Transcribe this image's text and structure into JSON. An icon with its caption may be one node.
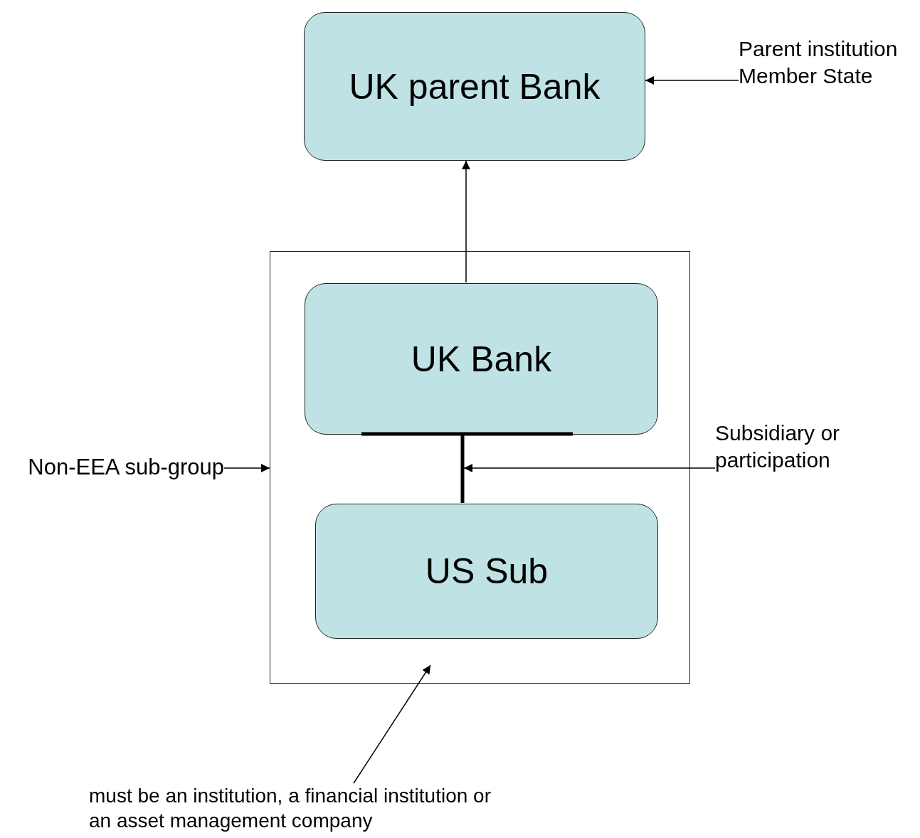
{
  "diagram": {
    "nodes": [
      {
        "text": [
          "UK parent Bank"
        ]
      },
      {
        "text": [
          "Parent institution Member State"
        ]
      },
      {
        "text": [],
        "shape": "box"
      },
      {
        "text": [
          "UK Bank"
        ],
        "in": 2
      },
      {
        "text": [
          "US Sub"
        ],
        "in": 2
      },
      {
        "text": [
          "Non-EEA sub-group"
        ]
      },
      {
        "text": [
          "Subsidiary or participation"
        ]
      },
      {
        "text": [
          "must be an institution, a financial institution or an asset management company"
        ]
      }
    ],
    "edges": [
      {
        "from": 3,
        "to": 0,
        "arrow": "to"
      },
      {
        "from": 1,
        "to": 0,
        "arrow": "to"
      },
      {
        "from": 3,
        "to": 4,
        "arrow": "none",
        "style": "thick"
      },
      {
        "from": 5,
        "to": 2,
        "arrow": "to"
      },
      {
        "from": 6,
        "to": null,
        "arrow": "to"
      },
      {
        "from": 7,
        "to": 2,
        "arrow": "to"
      }
    ]
  }
}
